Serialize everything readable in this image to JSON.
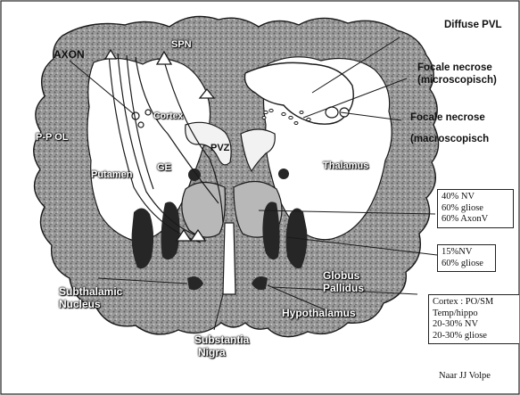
{
  "labels": {
    "axon": "AXON",
    "spn": "SPN",
    "diffuse_pvl": "Diffuse PVL",
    "focale_micro_1": "Focale necrose",
    "focale_micro_2": "(microscopisch)",
    "focale_macro_1": "Focale necrose",
    "focale_macro_2": "(macroscopisch",
    "ppol": "P-P OL",
    "cortex": "Cortex",
    "putamen": "Putamen",
    "ge": "GE",
    "pvz": "PVZ",
    "thalamus": "Thalamus",
    "subthalamic_1": "Subthalamic",
    "subthalamic_2": "Nucleus",
    "globus_1": "Globus",
    "globus_2": "Pallidus",
    "hypothalamus": "Hypothalamus",
    "substantia_1": "Substantia",
    "substantia_2": "Nigra"
  },
  "boxes": {
    "thalamus_box": [
      "40% NV",
      "60% gliose",
      "60% AxonV"
    ],
    "globus_box": [
      "15%NV",
      "60% gliose"
    ],
    "cortex_box": [
      "Cortex : PO/SM",
      "Temp/hippo",
      "20-30% NV",
      "20-30% gliose"
    ]
  },
  "source_note": "Naar JJ Volpe",
  "colors": {
    "outline": "#1a1a1a",
    "matter": "#8c8c8c",
    "dark": "#262626"
  }
}
